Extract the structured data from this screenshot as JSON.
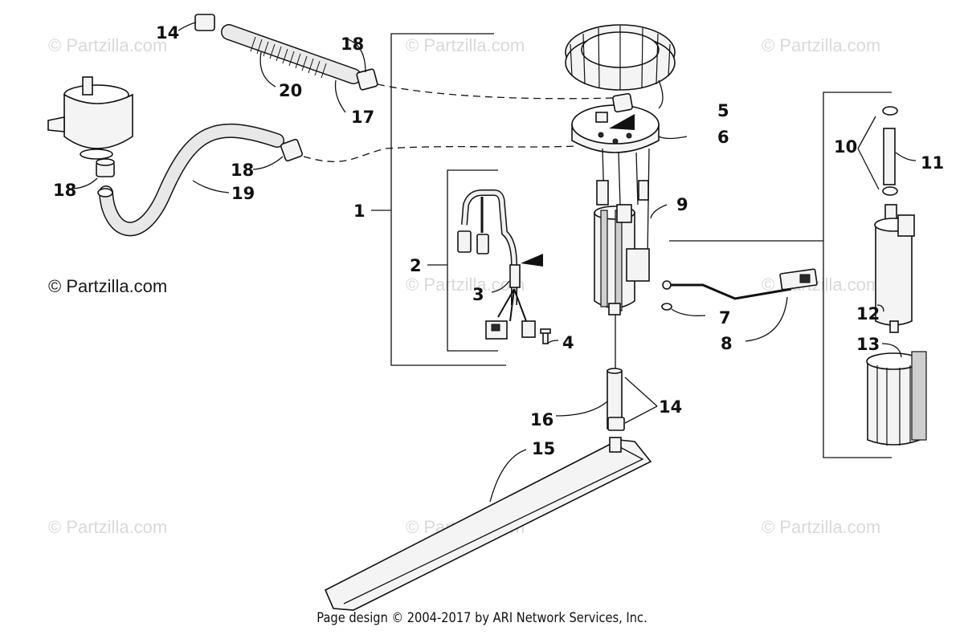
{
  "watermarks": {
    "light": "© Partzilla.com",
    "dark": "© Partzilla.com"
  },
  "callouts": {
    "c1": "1",
    "c2": "2",
    "c3": "3",
    "c4": "4",
    "c5": "5",
    "c6": "6",
    "c7": "7",
    "c8": "8",
    "c9": "9",
    "c10": "10",
    "c11": "11",
    "c12": "12",
    "c13": "13",
    "c14a": "14",
    "c14b": "14",
    "c15": "15",
    "c16": "16",
    "c17": "17",
    "c18a": "18",
    "c18b": "18",
    "c18c": "18",
    "c19": "19",
    "c20": "20"
  },
  "footer": "Page design © 2004-2017 by ARI Network Services, Inc."
}
